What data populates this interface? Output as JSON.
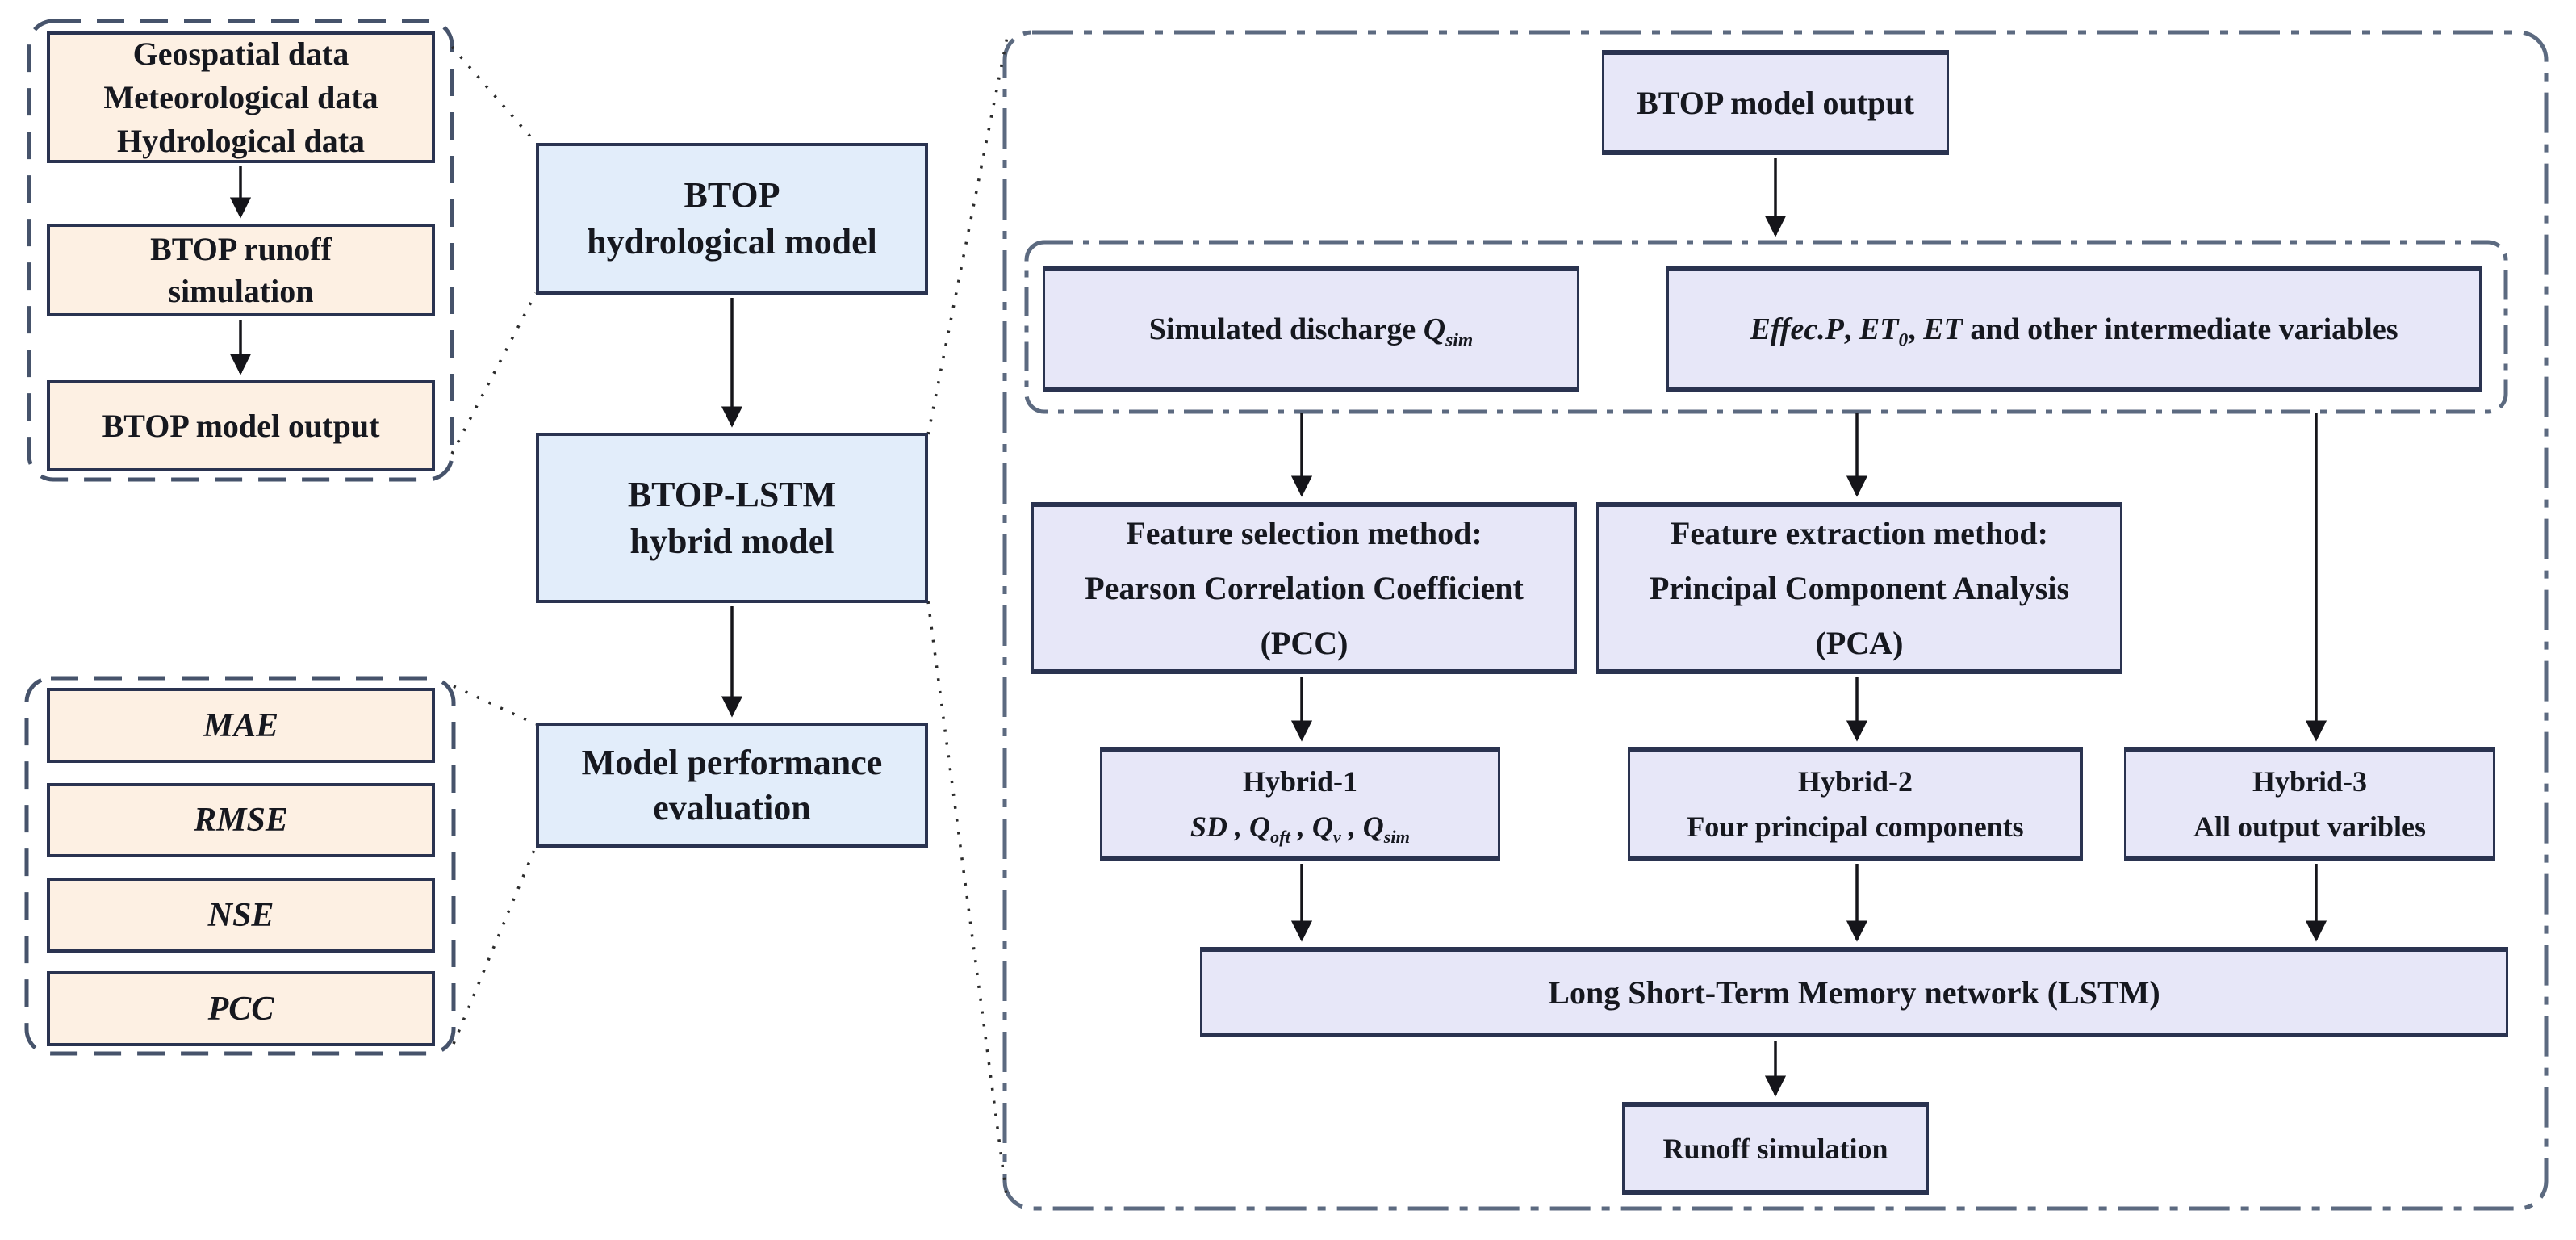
{
  "colors": {
    "peach_fill": "#fdf0e3",
    "blue_fill": "#e2edfa",
    "lavender_fill": "#e7e7f8",
    "solid_border": "#2a3350",
    "dashed_border": "#46536b",
    "dashdot_border": "#5c6a80",
    "text": "#16181f",
    "arrow": "#15151a"
  },
  "left_top_panel": {
    "data_box": {
      "lines": [
        "Geospatial data",
        "Meteorological data",
        "Hydrological data"
      ]
    },
    "runoff_box": {
      "lines": [
        "BTOP runoff",
        "simulation"
      ]
    },
    "output_box": {
      "lines": [
        "BTOP model output"
      ]
    }
  },
  "left_bottom_panel": {
    "metrics": [
      "MAE",
      "RMSE",
      "NSE",
      "PCC"
    ]
  },
  "middle_column": {
    "btop_box": {
      "lines": [
        "BTOP",
        "hydrological model"
      ]
    },
    "hybrid_box": {
      "lines": [
        "BTOP-LSTM",
        "hybrid model"
      ]
    },
    "evaluation_box": {
      "lines": [
        "Model performance",
        "evaluation"
      ]
    }
  },
  "right_panel": {
    "output_box": {
      "label": "BTOP model output"
    },
    "sim_discharge_box": {
      "prefix": "Simulated discharge ",
      "var": "Q",
      "sub": "sim"
    },
    "intermediate_box": {
      "var1": "Effec.P",
      "sep1": ", ",
      "var2": "ET",
      "sub2": "0",
      "sep2": ", ",
      "var3": "ET",
      "suffix": " and other intermediate variables"
    },
    "pcc_box": {
      "lines": [
        "Feature selection method:",
        "Pearson Correlation Coefficient",
        "(PCC)"
      ]
    },
    "pca_box": {
      "lines": [
        "Feature extraction method:",
        "Principal Component Analysis",
        "(PCA)"
      ]
    },
    "hybrid1_box": {
      "title": "Hybrid-1",
      "v1": "SD",
      "c1": " ,  ",
      "q2": "Q",
      "s2": "oft",
      "c2": " ,  ",
      "q3": "Q",
      "s3": "v",
      "c3": " , ",
      "q4": "Q",
      "s4": "sim"
    },
    "hybrid2_box": {
      "title": "Hybrid-2",
      "subtitle": "Four principal components"
    },
    "hybrid3_box": {
      "title": "Hybrid-3",
      "subtitle": "All output varibles"
    },
    "lstm_box": {
      "label": "Long Short-Term Memory network (LSTM)"
    },
    "runoff_box": {
      "label": "Runoff simulation"
    }
  }
}
